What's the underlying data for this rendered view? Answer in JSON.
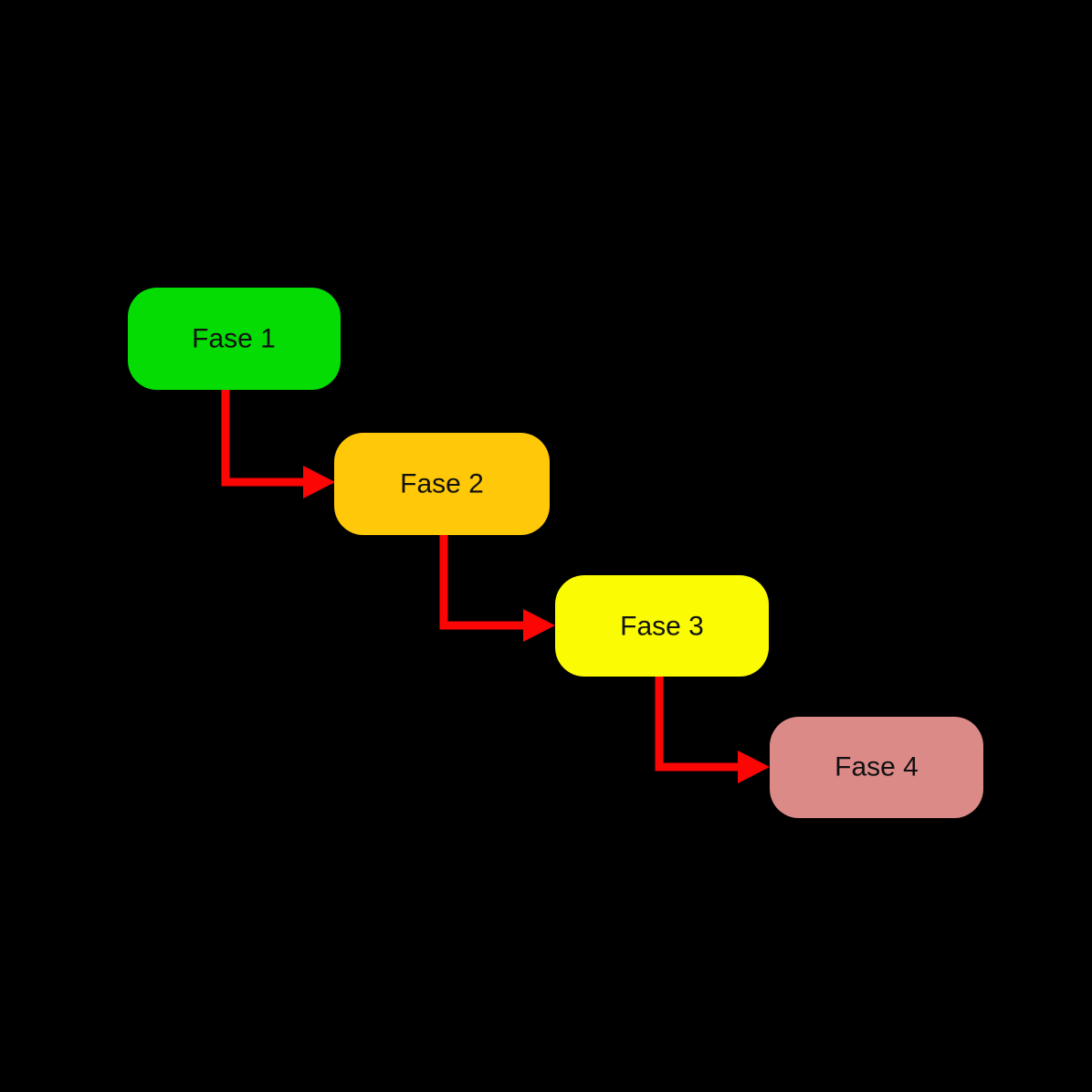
{
  "diagram": {
    "title": "cascading-phase-flow",
    "background_color": "#000000",
    "connector_color": "#fb0505",
    "label_color": "#111111",
    "nodes": [
      {
        "label": "Fase 1",
        "color": "#04dc04"
      },
      {
        "label": "Fase 2",
        "color": "#ffc808"
      },
      {
        "label": "Fase 3",
        "color": "#fbfb04"
      },
      {
        "label": "Fase 4",
        "color": "#dc8a87"
      }
    ]
  }
}
